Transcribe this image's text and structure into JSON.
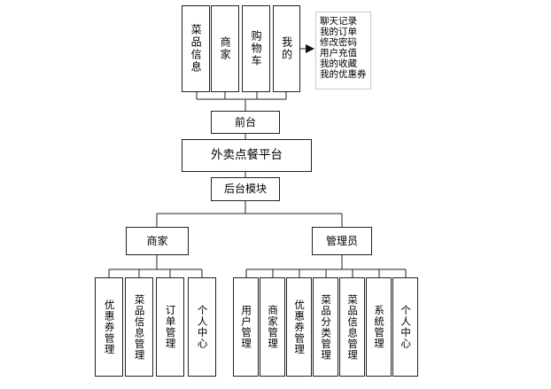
{
  "frontend_modules": [
    "菜品信息",
    "商家",
    "购物车",
    "我的"
  ],
  "my_submenu": [
    "聊天记录",
    "我的订单",
    "修改密码",
    "用户充值",
    "我的收藏",
    "我的优惠券"
  ],
  "frontend": "前台",
  "platform": "外卖点餐平台",
  "backend": "后台模块",
  "roles": {
    "merchant": "商家",
    "admin": "管理员"
  },
  "merchant_modules": [
    "优惠券管理",
    "菜品信息管理",
    "订单管理",
    "个人中心"
  ],
  "admin_modules": [
    "用户管理",
    "商家管理",
    "优惠券管理",
    "菜品分类管理",
    "菜品信息管理",
    "系统管理",
    "个人中心"
  ]
}
